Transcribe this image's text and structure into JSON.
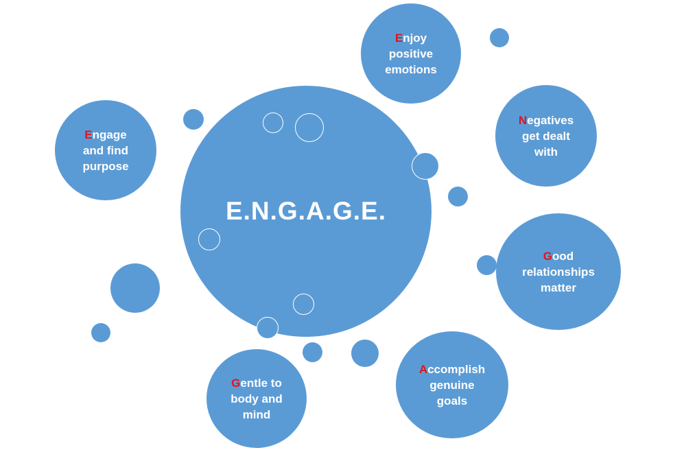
{
  "diagram": {
    "center_title": "E.N.G.A.G.E.",
    "colors": {
      "circle": "#5b9bd5",
      "text": "#ffffff",
      "initial": "#e0141e"
    },
    "nodes": [
      {
        "initial": "E",
        "rest": "njoy\npositive\nemotions"
      },
      {
        "initial": "N",
        "rest": "egatives\nget dealt\nwith"
      },
      {
        "initial": "G",
        "rest": "ood\nrelationships\nmatter"
      },
      {
        "initial": "A",
        "rest": "ccomplish\ngenuine\ngoals"
      },
      {
        "initial": "G",
        "rest": "entle to\nbody and\nmind"
      },
      {
        "initial": "E",
        "rest": "ngage\nand find\npurpose"
      }
    ]
  }
}
